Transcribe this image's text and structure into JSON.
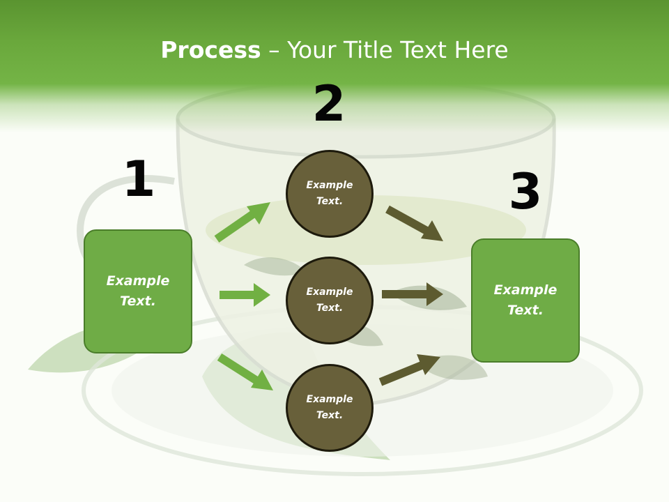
{
  "slide": {
    "title_bold": "Process",
    "title_rest": " – Your Title Text Here"
  },
  "steps": {
    "left": {
      "number": "1",
      "text": "Example Text."
    },
    "middle": {
      "number": "2",
      "circles": [
        {
          "text": "Example Text."
        },
        {
          "text": "Example Text."
        },
        {
          "text": "Example Text."
        }
      ]
    },
    "right": {
      "number": "3",
      "text": "Example Text."
    }
  },
  "colors": {
    "header_green": "#6aa83c",
    "box_green": "#6fac46",
    "circle_olive": "#68603a",
    "arrow_light_green": "#71b043",
    "arrow_olive": "#5d5b30"
  }
}
